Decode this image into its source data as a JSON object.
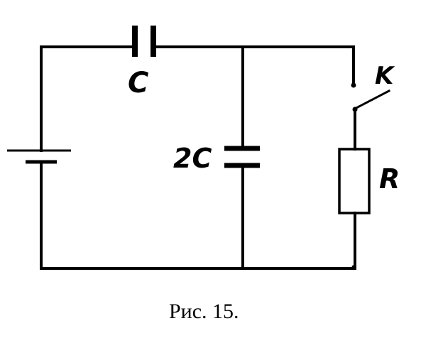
{
  "diagram": {
    "labels": {
      "capacitor_c": "C",
      "capacitor_2c": "2C",
      "switch": "K",
      "resistor": "R"
    },
    "caption": "Рис. 15."
  }
}
